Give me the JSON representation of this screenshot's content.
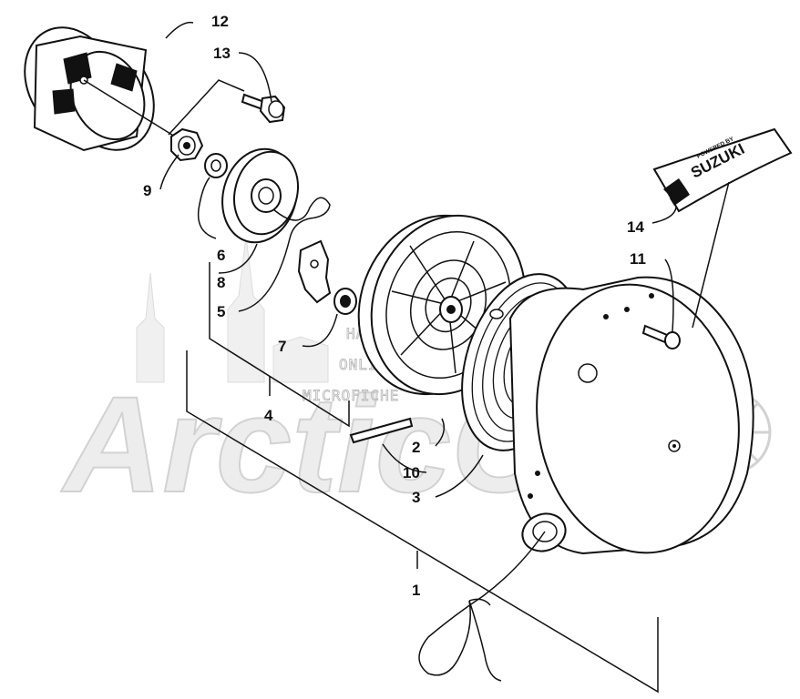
{
  "watermark": {
    "lines": [
      "HARTS",
      "ONLINE",
      "MICROFICHE"
    ],
    "brand": "ArcticCat"
  },
  "logo": {
    "powered_by": "POWERED BY",
    "brand": "SUZUKI"
  },
  "callouts": {
    "c1": "1",
    "c2": "2",
    "c3": "3",
    "c4": "4",
    "c5": "5",
    "c6": "6",
    "c7": "7",
    "c8": "8",
    "c9": "9",
    "c10": "10",
    "c11": "11",
    "c12": "12",
    "c13": "13",
    "c14": "14"
  }
}
